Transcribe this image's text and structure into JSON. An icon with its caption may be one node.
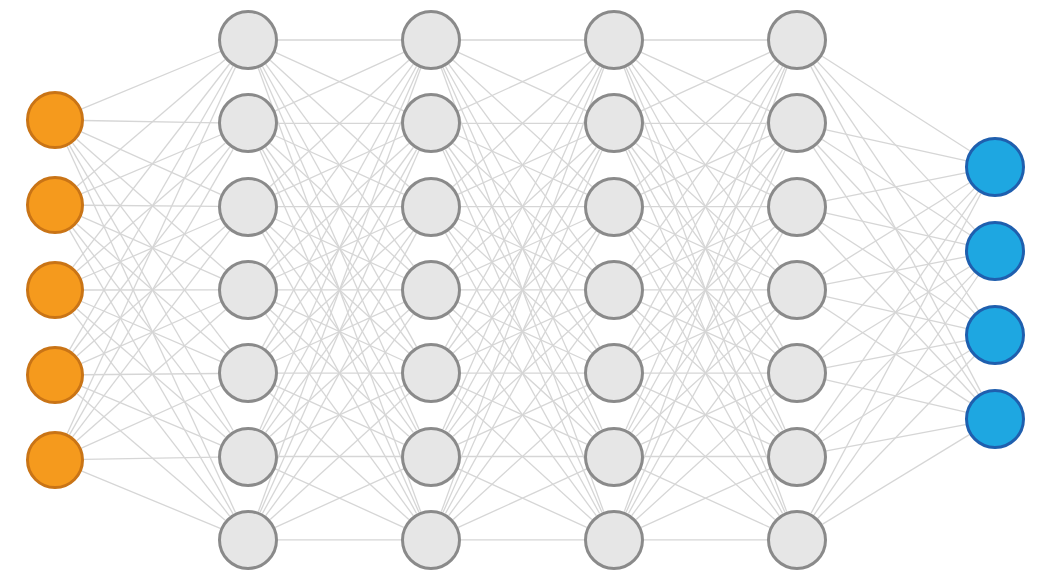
{
  "diagram": {
    "nodes": [
      {
        "text": [],
        "shape": "circle"
      },
      {
        "text": [],
        "shape": "circle"
      },
      {
        "text": [],
        "shape": "circle"
      },
      {
        "text": [],
        "shape": "circle"
      },
      {
        "text": [],
        "shape": "circle"
      },
      {
        "text": [],
        "shape": "circle"
      },
      {
        "text": [],
        "shape": "circle"
      },
      {
        "text": [],
        "shape": "circle"
      },
      {
        "text": [],
        "shape": "circle"
      },
      {
        "text": [],
        "shape": "circle"
      },
      {
        "text": [],
        "shape": "circle"
      },
      {
        "text": [],
        "shape": "circle"
      },
      {
        "text": [],
        "shape": "circle"
      },
      {
        "text": [],
        "shape": "circle"
      },
      {
        "text": [],
        "shape": "circle"
      },
      {
        "text": [],
        "shape": "circle"
      },
      {
        "text": [],
        "shape": "circle"
      },
      {
        "text": [],
        "shape": "circle"
      },
      {
        "text": [],
        "shape": "circle"
      },
      {
        "text": [],
        "shape": "circle"
      },
      {
        "text": [],
        "shape": "circle"
      },
      {
        "text": [],
        "shape": "circle"
      },
      {
        "text": [],
        "shape": "circle"
      },
      {
        "text": [],
        "shape": "circle"
      },
      {
        "text": [],
        "shape": "circle"
      },
      {
        "text": [],
        "shape": "circle"
      },
      {
        "text": [],
        "shape": "circle"
      },
      {
        "text": [],
        "shape": "circle"
      },
      {
        "text": [],
        "shape": "circle"
      },
      {
        "text": [],
        "shape": "circle"
      },
      {
        "text": [],
        "shape": "circle"
      },
      {
        "text": [],
        "shape": "circle"
      },
      {
        "text": [],
        "shape": "circle"
      },
      {
        "text": [],
        "shape": "circle"
      },
      {
        "text": [],
        "shape": "circle"
      },
      {
        "text": [],
        "shape": "circle"
      },
      {
        "text": [],
        "shape": "circle"
      }
    ],
    "edges": [
      {
        "from": 0,
        "to": 5,
        "arrow": "none"
      },
      {
        "from": 0,
        "to": 6,
        "arrow": "none"
      },
      {
        "from": 0,
        "to": 7,
        "arrow": "none"
      },
      {
        "from": 0,
        "to": 8,
        "arrow": "none"
      },
      {
        "from": 0,
        "to": 9,
        "arrow": "none"
      },
      {
        "from": 0,
        "to": 10,
        "arrow": "none"
      },
      {
        "from": 0,
        "to": 11,
        "arrow": "none"
      },
      {
        "from": 1,
        "to": 5,
        "arrow": "none"
      },
      {
        "from": 1,
        "to": 6,
        "arrow": "none"
      },
      {
        "from": 1,
        "to": 7,
        "arrow": "none"
      },
      {
        "from": 1,
        "to": 8,
        "arrow": "none"
      },
      {
        "from": 1,
        "to": 9,
        "arrow": "none"
      },
      {
        "from": 1,
        "to": 10,
        "arrow": "none"
      },
      {
        "from": 1,
        "to": 11,
        "arrow": "none"
      },
      {
        "from": 2,
        "to": 5,
        "arrow": "none"
      },
      {
        "from": 2,
        "to": 6,
        "arrow": "none"
      },
      {
        "from": 2,
        "to": 7,
        "arrow": "none"
      },
      {
        "from": 2,
        "to": 8,
        "arrow": "none"
      },
      {
        "from": 2,
        "to": 9,
        "arrow": "none"
      },
      {
        "from": 2,
        "to": 10,
        "arrow": "none"
      },
      {
        "from": 2,
        "to": 11,
        "arrow": "none"
      },
      {
        "from": 3,
        "to": 5,
        "arrow": "none"
      },
      {
        "from": 3,
        "to": 6,
        "arrow": "none"
      },
      {
        "from": 3,
        "to": 7,
        "arrow": "none"
      },
      {
        "from": 3,
        "to": 8,
        "arrow": "none"
      },
      {
        "from": 3,
        "to": 9,
        "arrow": "none"
      },
      {
        "from": 3,
        "to": 10,
        "arrow": "none"
      },
      {
        "from": 3,
        "to": 11,
        "arrow": "none"
      },
      {
        "from": 4,
        "to": 5,
        "arrow": "none"
      },
      {
        "from": 4,
        "to": 6,
        "arrow": "none"
      },
      {
        "from": 4,
        "to": 7,
        "arrow": "none"
      },
      {
        "from": 4,
        "to": 8,
        "arrow": "none"
      },
      {
        "from": 4,
        "to": 9,
        "arrow": "none"
      },
      {
        "from": 4,
        "to": 10,
        "arrow": "none"
      },
      {
        "from": 4,
        "to": 11,
        "arrow": "none"
      },
      {
        "from": 5,
        "to": 12,
        "arrow": "none"
      },
      {
        "from": 5,
        "to": 13,
        "arrow": "none"
      },
      {
        "from": 5,
        "to": 14,
        "arrow": "none"
      },
      {
        "from": 5,
        "to": 15,
        "arrow": "none"
      },
      {
        "from": 5,
        "to": 16,
        "arrow": "none"
      },
      {
        "from": 5,
        "to": 17,
        "arrow": "none"
      },
      {
        "from": 5,
        "to": 18,
        "arrow": "none"
      },
      {
        "from": 6,
        "to": 12,
        "arrow": "none"
      },
      {
        "from": 6,
        "to": 13,
        "arrow": "none"
      },
      {
        "from": 6,
        "to": 14,
        "arrow": "none"
      },
      {
        "from": 6,
        "to": 15,
        "arrow": "none"
      },
      {
        "from": 6,
        "to": 16,
        "arrow": "none"
      },
      {
        "from": 6,
        "to": 17,
        "arrow": "none"
      },
      {
        "from": 6,
        "to": 18,
        "arrow": "none"
      },
      {
        "from": 7,
        "to": 12,
        "arrow": "none"
      },
      {
        "from": 7,
        "to": 13,
        "arrow": "none"
      },
      {
        "from": 7,
        "to": 14,
        "arrow": "none"
      },
      {
        "from": 7,
        "to": 15,
        "arrow": "none"
      },
      {
        "from": 7,
        "to": 16,
        "arrow": "none"
      },
      {
        "from": 7,
        "to": 17,
        "arrow": "none"
      },
      {
        "from": 7,
        "to": 18,
        "arrow": "none"
      },
      {
        "from": 8,
        "to": 12,
        "arrow": "none"
      },
      {
        "from": 8,
        "to": 13,
        "arrow": "none"
      },
      {
        "from": 8,
        "to": 14,
        "arrow": "none"
      },
      {
        "from": 8,
        "to": 15,
        "arrow": "none"
      },
      {
        "from": 8,
        "to": 16,
        "arrow": "none"
      },
      {
        "from": 8,
        "to": 17,
        "arrow": "none"
      },
      {
        "from": 8,
        "to": 18,
        "arrow": "none"
      },
      {
        "from": 9,
        "to": 12,
        "arrow": "none"
      },
      {
        "from": 9,
        "to": 13,
        "arrow": "none"
      },
      {
        "from": 9,
        "to": 14,
        "arrow": "none"
      },
      {
        "from": 9,
        "to": 15,
        "arrow": "none"
      },
      {
        "from": 9,
        "to": 16,
        "arrow": "none"
      },
      {
        "from": 9,
        "to": 17,
        "arrow": "none"
      },
      {
        "from": 9,
        "to": 18,
        "arrow": "none"
      },
      {
        "from": 10,
        "to": 12,
        "arrow": "none"
      },
      {
        "from": 10,
        "to": 13,
        "arrow": "none"
      },
      {
        "from": 10,
        "to": 14,
        "arrow": "none"
      },
      {
        "from": 10,
        "to": 15,
        "arrow": "none"
      },
      {
        "from": 10,
        "to": 16,
        "arrow": "none"
      },
      {
        "from": 10,
        "to": 17,
        "arrow": "none"
      },
      {
        "from": 10,
        "to": 18,
        "arrow": "none"
      },
      {
        "from": 11,
        "to": 12,
        "arrow": "none"
      },
      {
        "from": 11,
        "to": 13,
        "arrow": "none"
      },
      {
        "from": 11,
        "to": 14,
        "arrow": "none"
      },
      {
        "from": 11,
        "to": 15,
        "arrow": "none"
      },
      {
        "from": 11,
        "to": 16,
        "arrow": "none"
      },
      {
        "from": 11,
        "to": 17,
        "arrow": "none"
      },
      {
        "from": 11,
        "to": 18,
        "arrow": "none"
      },
      {
        "from": 12,
        "to": 19,
        "arrow": "none"
      },
      {
        "from": 12,
        "to": 20,
        "arrow": "none"
      },
      {
        "from": 12,
        "to": 21,
        "arrow": "none"
      },
      {
        "from": 12,
        "to": 22,
        "arrow": "none"
      },
      {
        "from": 12,
        "to": 23,
        "arrow": "none"
      },
      {
        "from": 12,
        "to": 24,
        "arrow": "none"
      },
      {
        "from": 12,
        "to": 25,
        "arrow": "none"
      },
      {
        "from": 13,
        "to": 19,
        "arrow": "none"
      },
      {
        "from": 13,
        "to": 20,
        "arrow": "none"
      },
      {
        "from": 13,
        "to": 21,
        "arrow": "none"
      },
      {
        "from": 13,
        "to": 22,
        "arrow": "none"
      },
      {
        "from": 13,
        "to": 23,
        "arrow": "none"
      },
      {
        "from": 13,
        "to": 24,
        "arrow": "none"
      },
      {
        "from": 13,
        "to": 25,
        "arrow": "none"
      },
      {
        "from": 14,
        "to": 19,
        "arrow": "none"
      },
      {
        "from": 14,
        "to": 20,
        "arrow": "none"
      },
      {
        "from": 14,
        "to": 21,
        "arrow": "none"
      },
      {
        "from": 14,
        "to": 22,
        "arrow": "none"
      },
      {
        "from": 14,
        "to": 23,
        "arrow": "none"
      },
      {
        "from": 14,
        "to": 24,
        "arrow": "none"
      },
      {
        "from": 14,
        "to": 25,
        "arrow": "none"
      },
      {
        "from": 15,
        "to": 19,
        "arrow": "none"
      },
      {
        "from": 15,
        "to": 20,
        "arrow": "none"
      },
      {
        "from": 15,
        "to": 21,
        "arrow": "none"
      },
      {
        "from": 15,
        "to": 22,
        "arrow": "none"
      },
      {
        "from": 15,
        "to": 23,
        "arrow": "none"
      },
      {
        "from": 15,
        "to": 24,
        "arrow": "none"
      },
      {
        "from": 15,
        "to": 25,
        "arrow": "none"
      },
      {
        "from": 16,
        "to": 19,
        "arrow": "none"
      },
      {
        "from": 16,
        "to": 20,
        "arrow": "none"
      },
      {
        "from": 16,
        "to": 21,
        "arrow": "none"
      },
      {
        "from": 16,
        "to": 22,
        "arrow": "none"
      },
      {
        "from": 16,
        "to": 23,
        "arrow": "none"
      },
      {
        "from": 16,
        "to": 24,
        "arrow": "none"
      },
      {
        "from": 16,
        "to": 25,
        "arrow": "none"
      },
      {
        "from": 17,
        "to": 19,
        "arrow": "none"
      },
      {
        "from": 17,
        "to": 20,
        "arrow": "none"
      },
      {
        "from": 17,
        "to": 21,
        "arrow": "none"
      },
      {
        "from": 17,
        "to": 22,
        "arrow": "none"
      },
      {
        "from": 17,
        "to": 23,
        "arrow": "none"
      },
      {
        "from": 17,
        "to": 24,
        "arrow": "none"
      },
      {
        "from": 17,
        "to": 25,
        "arrow": "none"
      },
      {
        "from": 18,
        "to": 19,
        "arrow": "none"
      },
      {
        "from": 18,
        "to": 20,
        "arrow": "none"
      },
      {
        "from": 18,
        "to": 21,
        "arrow": "none"
      },
      {
        "from": 18,
        "to": 22,
        "arrow": "none"
      },
      {
        "from": 18,
        "to": 23,
        "arrow": "none"
      },
      {
        "from": 18,
        "to": 24,
        "arrow": "none"
      },
      {
        "from": 18,
        "to": 25,
        "arrow": "none"
      },
      {
        "from": 19,
        "to": 26,
        "arrow": "none"
      },
      {
        "from": 19,
        "to": 27,
        "arrow": "none"
      },
      {
        "from": 19,
        "to": 28,
        "arrow": "none"
      },
      {
        "from": 19,
        "to": 29,
        "arrow": "none"
      },
      {
        "from": 19,
        "to": 30,
        "arrow": "none"
      },
      {
        "from": 19,
        "to": 31,
        "arrow": "none"
      },
      {
        "from": 19,
        "to": 32,
        "arrow": "none"
      },
      {
        "from": 20,
        "to": 26,
        "arrow": "none"
      },
      {
        "from": 20,
        "to": 27,
        "arrow": "none"
      },
      {
        "from": 20,
        "to": 28,
        "arrow": "none"
      },
      {
        "from": 20,
        "to": 29,
        "arrow": "none"
      },
      {
        "from": 20,
        "to": 30,
        "arrow": "none"
      },
      {
        "from": 20,
        "to": 31,
        "arrow": "none"
      },
      {
        "from": 20,
        "to": 32,
        "arrow": "none"
      },
      {
        "from": 21,
        "to": 26,
        "arrow": "none"
      },
      {
        "from": 21,
        "to": 27,
        "arrow": "none"
      },
      {
        "from": 21,
        "to": 28,
        "arrow": "none"
      },
      {
        "from": 21,
        "to": 29,
        "arrow": "none"
      },
      {
        "from": 21,
        "to": 30,
        "arrow": "none"
      },
      {
        "from": 21,
        "to": 31,
        "arrow": "none"
      },
      {
        "from": 21,
        "to": 32,
        "arrow": "none"
      },
      {
        "from": 22,
        "to": 26,
        "arrow": "none"
      },
      {
        "from": 22,
        "to": 27,
        "arrow": "none"
      },
      {
        "from": 22,
        "to": 28,
        "arrow": "none"
      },
      {
        "from": 22,
        "to": 29,
        "arrow": "none"
      },
      {
        "from": 22,
        "to": 30,
        "arrow": "none"
      },
      {
        "from": 22,
        "to": 31,
        "arrow": "none"
      },
      {
        "from": 22,
        "to": 32,
        "arrow": "none"
      },
      {
        "from": 23,
        "to": 26,
        "arrow": "none"
      },
      {
        "from": 23,
        "to": 27,
        "arrow": "none"
      },
      {
        "from": 23,
        "to": 28,
        "arrow": "none"
      },
      {
        "from": 23,
        "to": 29,
        "arrow": "none"
      },
      {
        "from": 23,
        "to": 30,
        "arrow": "none"
      },
      {
        "from": 23,
        "to": 31,
        "arrow": "none"
      },
      {
        "from": 23,
        "to": 32,
        "arrow": "none"
      },
      {
        "from": 24,
        "to": 26,
        "arrow": "none"
      },
      {
        "from": 24,
        "to": 27,
        "arrow": "none"
      },
      {
        "from": 24,
        "to": 28,
        "arrow": "none"
      },
      {
        "from": 24,
        "to": 29,
        "arrow": "none"
      },
      {
        "from": 24,
        "to": 30,
        "arrow": "none"
      },
      {
        "from": 24,
        "to": 31,
        "arrow": "none"
      },
      {
        "from": 24,
        "to": 32,
        "arrow": "none"
      },
      {
        "from": 25,
        "to": 26,
        "arrow": "none"
      },
      {
        "from": 25,
        "to": 27,
        "arrow": "none"
      },
      {
        "from": 25,
        "to": 28,
        "arrow": "none"
      },
      {
        "from": 25,
        "to": 29,
        "arrow": "none"
      },
      {
        "from": 25,
        "to": 30,
        "arrow": "none"
      },
      {
        "from": 25,
        "to": 31,
        "arrow": "none"
      },
      {
        "from": 25,
        "to": 32,
        "arrow": "none"
      },
      {
        "from": 26,
        "to": 33,
        "arrow": "none"
      },
      {
        "from": 26,
        "to": 34,
        "arrow": "none"
      },
      {
        "from": 26,
        "to": 35,
        "arrow": "none"
      },
      {
        "from": 26,
        "to": 36,
        "arrow": "none"
      },
      {
        "from": 27,
        "to": 33,
        "arrow": "none"
      },
      {
        "from": 27,
        "to": 34,
        "arrow": "none"
      },
      {
        "from": 27,
        "to": 35,
        "arrow": "none"
      },
      {
        "from": 27,
        "to": 36,
        "arrow": "none"
      },
      {
        "from": 28,
        "to": 33,
        "arrow": "none"
      },
      {
        "from": 28,
        "to": 34,
        "arrow": "none"
      },
      {
        "from": 28,
        "to": 35,
        "arrow": "none"
      },
      {
        "from": 28,
        "to": 36,
        "arrow": "none"
      },
      {
        "from": 29,
        "to": 33,
        "arrow": "none"
      },
      {
        "from": 29,
        "to": 34,
        "arrow": "none"
      },
      {
        "from": 29,
        "to": 35,
        "arrow": "none"
      },
      {
        "from": 29,
        "to": 36,
        "arrow": "none"
      },
      {
        "from": 30,
        "to": 33,
        "arrow": "none"
      },
      {
        "from": 30,
        "to": 34,
        "arrow": "none"
      },
      {
        "from": 30,
        "to": 35,
        "arrow": "none"
      },
      {
        "from": 30,
        "to": 36,
        "arrow": "none"
      },
      {
        "from": 31,
        "to": 33,
        "arrow": "none"
      },
      {
        "from": 31,
        "to": 34,
        "arrow": "none"
      },
      {
        "from": 31,
        "to": 35,
        "arrow": "none"
      },
      {
        "from": 31,
        "to": 36,
        "arrow": "none"
      },
      {
        "from": 32,
        "to": 33,
        "arrow": "none"
      },
      {
        "from": 32,
        "to": 34,
        "arrow": "none"
      },
      {
        "from": 32,
        "to": 35,
        "arrow": "none"
      },
      {
        "from": 32,
        "to": 36,
        "arrow": "none"
      }
    ]
  }
}
